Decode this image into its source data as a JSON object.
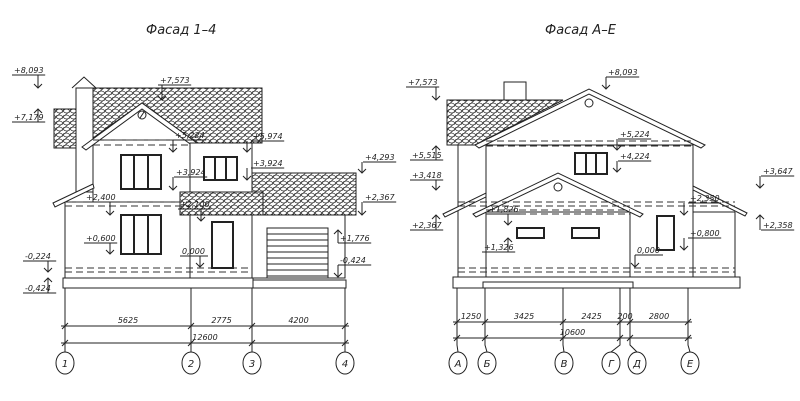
{
  "left_facade": {
    "title": "Фасад 1–4",
    "levels": [
      "+8,093",
      "+7,573",
      "+7,179",
      "+5,224",
      "+5,974",
      "+3,924",
      "+3,924",
      "+4,293",
      "+2,367",
      "+2,400",
      "+2,100",
      "+0,600",
      "0,000",
      "+1,776",
      "-0,424",
      "-0,224",
      "-0,424"
    ],
    "dimensions": [
      "5625",
      "2775",
      "4200"
    ],
    "total": "12600",
    "axes": [
      "1",
      "2",
      "3",
      "4"
    ]
  },
  "right_facade": {
    "title": "Фасад А–Е",
    "levels": [
      "+7,573",
      "+8,093",
      "+5,515",
      "+3,418",
      "+2,367",
      "+5,224",
      "+4,224",
      "+3,647",
      "+2,358",
      "+2,350",
      "+0,800",
      "0,000",
      "+1,826",
      "+1,326"
    ],
    "dimensions": [
      "1250",
      "3425",
      "2425",
      "200",
      "2800"
    ],
    "total": "10600",
    "axes": [
      "А",
      "Б",
      "В",
      "Г",
      "Д",
      "Е"
    ]
  }
}
